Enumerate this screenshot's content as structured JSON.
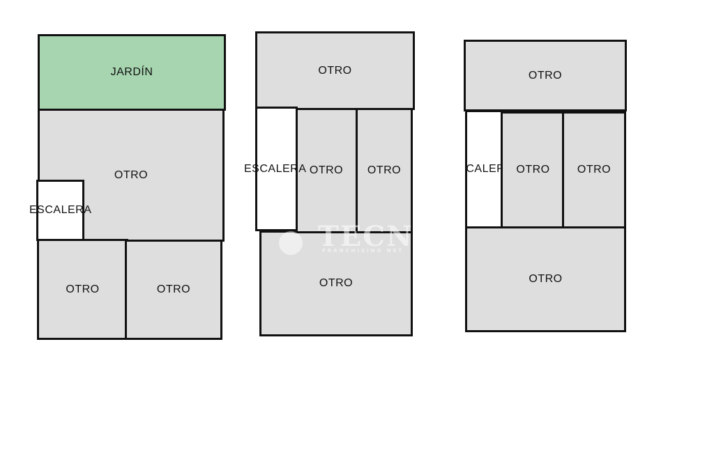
{
  "colors": {
    "garden": "#a7d5b0",
    "room": "#dedede",
    "stair": "#ffffff",
    "wall": "#111111"
  },
  "floors": [
    {
      "rooms": [
        {
          "label": "JARDÍN"
        },
        {
          "label": "OTRO"
        },
        {
          "label": "ESCALERA"
        },
        {
          "label": "OTRO"
        },
        {
          "label": "OTRO"
        }
      ]
    },
    {
      "rooms": [
        {
          "label": "OTRO"
        },
        {
          "label": "ESCALERA"
        },
        {
          "label": "OTRO"
        },
        {
          "label": "OTRO"
        },
        {
          "label": "OTRO"
        }
      ]
    },
    {
      "rooms": [
        {
          "label": "OTRO"
        },
        {
          "label": "ESCALERA"
        },
        {
          "label": "OTRO"
        },
        {
          "label": "OTRO"
        },
        {
          "label": "OTRO"
        }
      ]
    }
  ],
  "watermark": {
    "text": "TECNOCA",
    "subtext": "FRANCHISING NET"
  }
}
